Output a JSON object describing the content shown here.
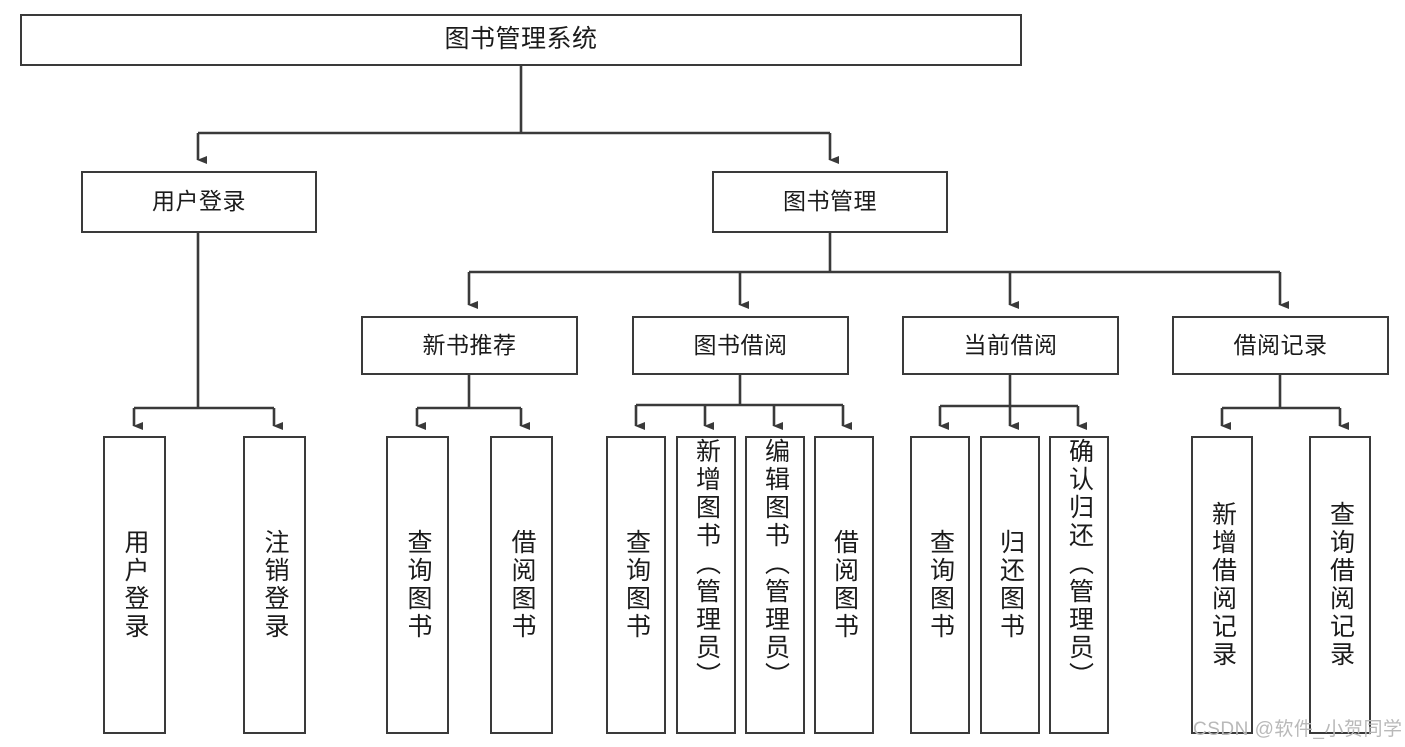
{
  "diagram": {
    "type": "tree-hierarchy-flowchart",
    "title": "图书管理系统",
    "watermark": "CSDN @软件_小贺同学",
    "colors": {
      "box_border": "#3a3a3a",
      "box_fill": "#ffffff",
      "connector": "#3a3a3a",
      "text": "#1b1b1b",
      "watermark": "#b9b9b9",
      "background": "#ffffff"
    },
    "nodes": {
      "root": {
        "label": "图书管理系统",
        "level": 0
      },
      "level1": [
        {
          "label": "用户登录"
        },
        {
          "label": "图书管理"
        }
      ],
      "level2": [
        {
          "label": "新书推荐"
        },
        {
          "label": "图书借阅"
        },
        {
          "label": "当前借阅"
        },
        {
          "label": "借阅记录"
        }
      ],
      "leaves": {
        "user_login": [
          {
            "label": "用户登录"
          },
          {
            "label": "注销登录"
          }
        ],
        "new_book_recommend": [
          {
            "label": "查询图书"
          },
          {
            "label": "借阅图书"
          }
        ],
        "book_borrow": [
          {
            "label": "查询图书"
          },
          {
            "label": "新增图书（管理员）"
          },
          {
            "label": "编辑图书（管理员）"
          },
          {
            "label": "借阅图书"
          }
        ],
        "current_borrow": [
          {
            "label": "查询图书"
          },
          {
            "label": "归还图书"
          },
          {
            "label": "确认归还（管理员）"
          }
        ],
        "borrow_record": [
          {
            "label": "新增借阅记录"
          },
          {
            "label": "查询借阅记录"
          }
        ]
      }
    }
  }
}
